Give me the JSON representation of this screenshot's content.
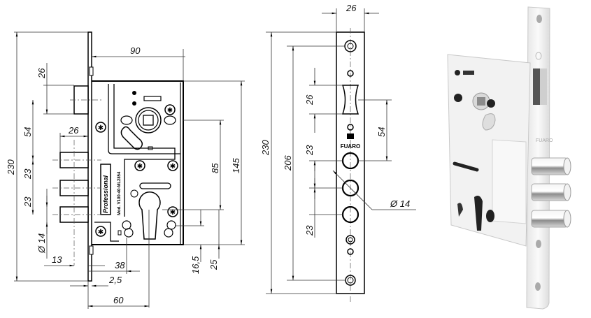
{
  "figure": {
    "title": "Mortise lock technical drawing",
    "views": [
      "front-view",
      "faceplate-view",
      "product-photo"
    ]
  },
  "front_view": {
    "brand_plate": "Professional",
    "model_text": "Mod. V100-40-ML2854",
    "dimensions": {
      "faceplate_height": "230",
      "body_width": "90",
      "latch_height": "26",
      "latch_to_bolt": "54",
      "bolt_projection": "26",
      "bolt_spacing_1": "23",
      "bolt_spacing_2": "23",
      "bolt_diameter": "Ø 14",
      "bolt_offset": "13",
      "backset_cylinder": "38",
      "faceplate_thickness": "2,5",
      "backset": "60",
      "spindle_to_cylinder": "85",
      "body_height": "145",
      "cylinder_to_bottom": "16,5",
      "screw_to_bottom": "25"
    }
  },
  "faceplate_view": {
    "brand": "FUARO",
    "dimensions": {
      "width": "26",
      "height": "230",
      "screw_spacing": "206",
      "latch_height": "26",
      "latch_to_bolt": "54",
      "bolt_spacing_1": "23",
      "bolt_spacing_2": "23",
      "bolt_diameter": "Ø 14"
    }
  },
  "photo": {
    "brand": "FUARO",
    "description": "Chrome mortise lock with three round bolts and latch"
  }
}
